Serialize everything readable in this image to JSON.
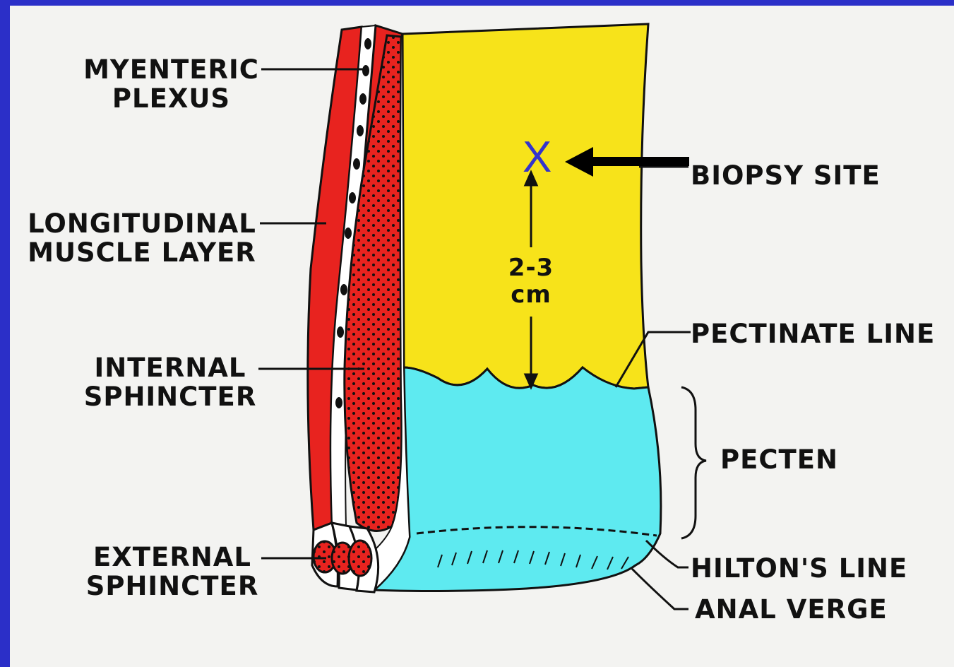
{
  "labels": {
    "myenteric": [
      "MYENTERIC",
      "PLEXUS"
    ],
    "longitudinal": [
      "LONGITUDINAL",
      "MUSCLE LAYER"
    ],
    "internal": [
      "INTERNAL",
      "SPHINCTER"
    ],
    "external": [
      "EXTERNAL",
      "SPHINCTER"
    ],
    "biopsy_site": "BIOPSY SITE",
    "pectinate_line": "PECTINATE LINE",
    "pecten": "PECTEN",
    "hiltons_line": "HILTON'S LINE",
    "anal_verge": "ANAL VERGE",
    "measurement": [
      "2-3",
      "cm"
    ],
    "biopsy_marker": "X"
  },
  "colors": {
    "frame": "#2b2fc8",
    "background": "#f3f3f1",
    "mucosa_upper": "#f7e31a",
    "pecten_zone": "#5eeaf0",
    "muscle": "#e8231f",
    "marker": "#3333cc"
  }
}
